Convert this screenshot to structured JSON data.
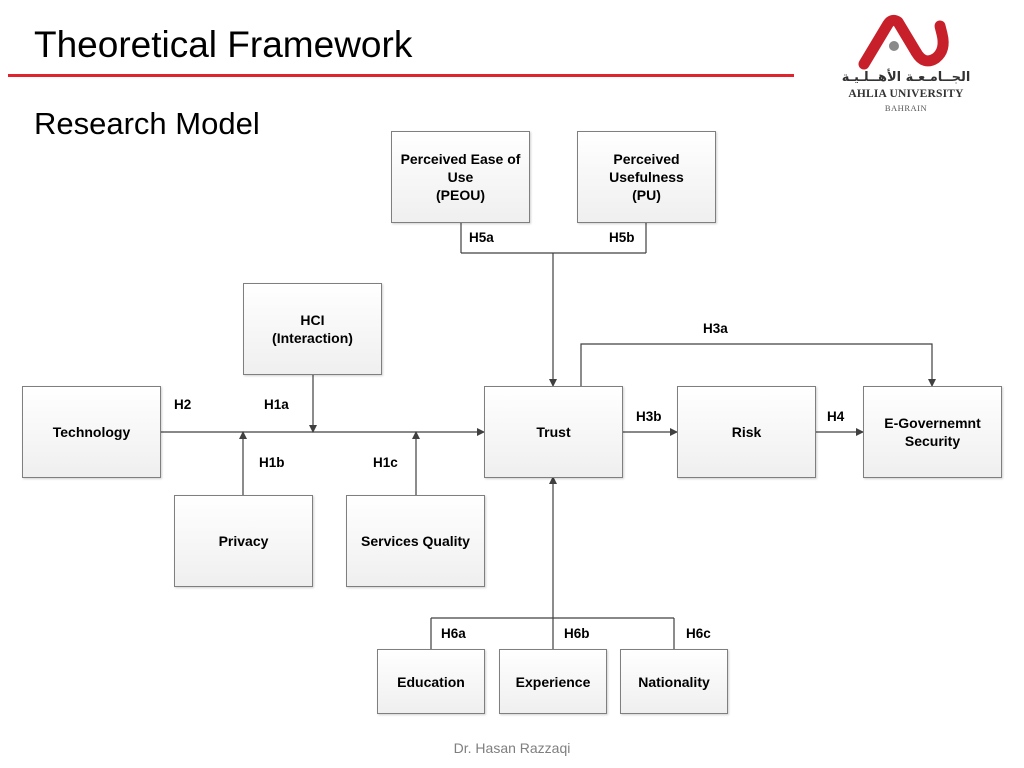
{
  "slide": {
    "title": "Theoretical Framework",
    "subtitle": "Research Model",
    "footer": "Dr. Hasan Razzaqi",
    "accent_color": "#e0242d"
  },
  "logo": {
    "arabic": "الجــامـعـة الأهــلـيـة",
    "name": "AHLIA UNIVERSITY",
    "location": "BAHRAIN"
  },
  "diagram": {
    "nodes": {
      "peou": "Perceived Ease of\nUse\n(PEOU)",
      "pu": "Perceived\nUsefulness\n(PU)",
      "hci": "HCI\n(Interaction)",
      "technology": "Technology",
      "trust": "Trust",
      "risk": "Risk",
      "egov": "E-Governemnt\nSecurity",
      "privacy": "Privacy",
      "services_quality": "Services Quality",
      "education": "Education",
      "experience": "Experience",
      "nationality": "Nationality"
    },
    "hypotheses": {
      "h5a": "H5a",
      "h5b": "H5b",
      "h3a": "H3a",
      "h2": "H2",
      "h1a": "H1a",
      "h3b": "H3b",
      "h4": "H4",
      "h1b": "H1b",
      "h1c": "H1c",
      "h6a": "H6a",
      "h6b": "H6b",
      "h6c": "H6c"
    }
  }
}
